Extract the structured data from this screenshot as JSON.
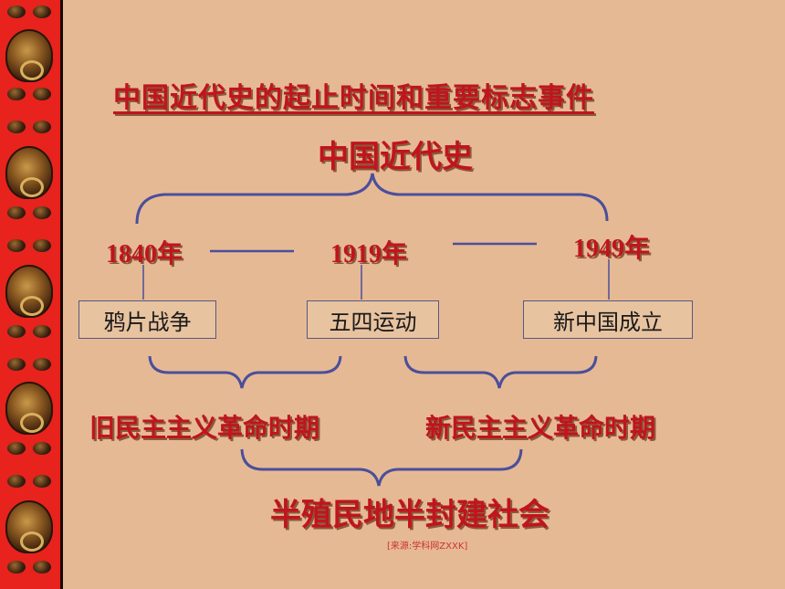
{
  "title": "中国近代史的起止时间和重要标志事件",
  "root": "中国近代史",
  "years": [
    "1840年",
    "1919年",
    "1949年"
  ],
  "events": [
    "鸦片战争",
    "五四运动",
    "新中国成立"
  ],
  "periods": [
    "旧民主主义革命时期",
    "新民主主义革命时期"
  ],
  "society": "半殖民地半封建社会",
  "source": "[来源:学科网ZXXK]",
  "colors": {
    "accent": "#c0141f",
    "bracket": "#4a4f9a",
    "background": "#e6b995",
    "border": "#e8221c"
  }
}
